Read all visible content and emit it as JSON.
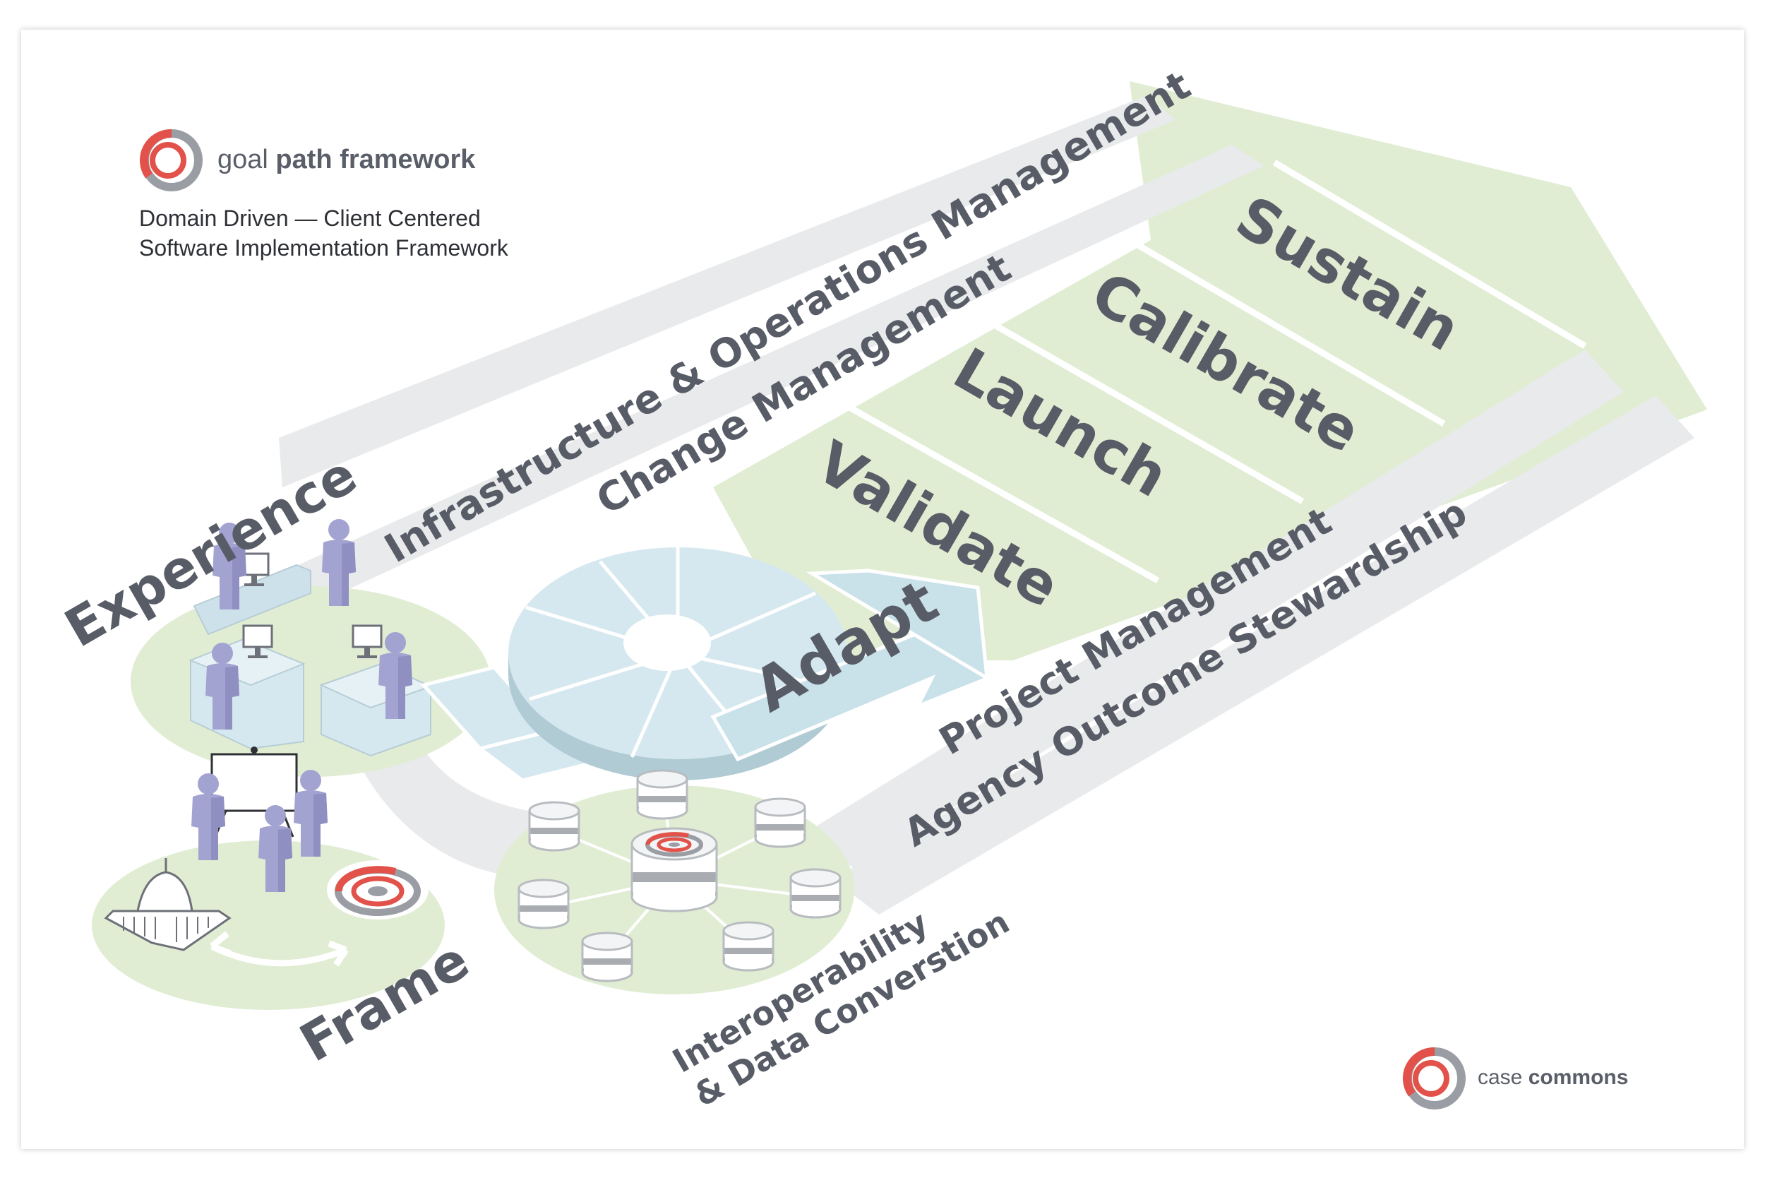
{
  "logo": {
    "light": "goal",
    "bold": "path framework",
    "subtitle_line1": "Domain Driven — Client Centered",
    "subtitle_line2": "Software Implementation Framework"
  },
  "phases": {
    "sustain": "Sustain",
    "calibrate": "Calibrate",
    "launch": "Launch",
    "validate": "Validate",
    "adapt": "Adapt",
    "experience": "Experience",
    "frame": "Frame"
  },
  "lanes": {
    "infrastructure": "Infrastructure & Operations Management",
    "change": "Change Management",
    "project": "Project Management",
    "agency": "Agency Outcome Stewardship"
  },
  "interop": {
    "line1": "Interoperability",
    "line2": "& Data Converstion"
  },
  "brand": {
    "light": "case",
    "bold": "commons"
  },
  "colors": {
    "accent_red": "#e2524a",
    "logo_gray": "#9a9da3",
    "green": "#e0edd3",
    "lane_gray": "#e9eaec",
    "wheel_blue": "#d5e8ef",
    "figure_purple": "#a3a3d2",
    "label_gray": "#585c66"
  }
}
